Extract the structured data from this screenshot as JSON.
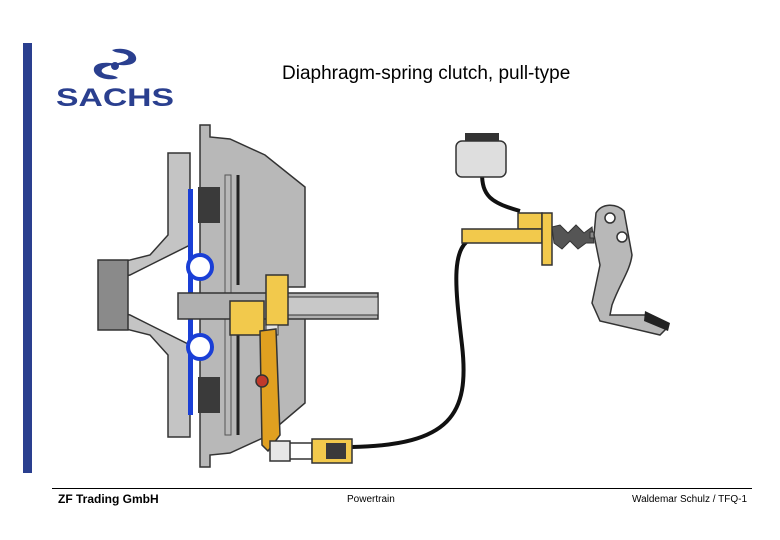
{
  "header": {
    "title": "Diaphragm-spring clutch, pull-type",
    "logo_text": "SACHS"
  },
  "footer": {
    "left": "ZF Trading GmbH",
    "center": "Powertrain",
    "right": "Waldemar Schulz / TFQ-1"
  },
  "colors": {
    "brand_blue": "#2a3f8f",
    "housing_gray": "#b8b8b8",
    "outline": "#333333",
    "actuator_yellow": "#f2c94c",
    "friction_dark": "#3a3a3a",
    "disc_blue": "#1a3fd6",
    "lever_orange": "#e0a020",
    "pivot_red": "#c0392b"
  },
  "icons": {
    "logo": "sachs-logo",
    "clutch": "clutch-cross-section",
    "reservoir": "fluid-reservoir",
    "pedal": "clutch-pedal"
  }
}
